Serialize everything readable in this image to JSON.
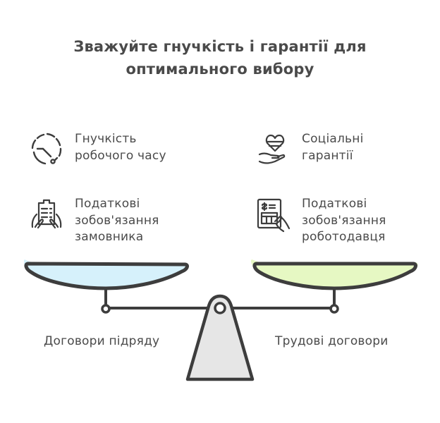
{
  "title": {
    "line1": "Зважуйте гнучкість і гарантії для",
    "line2": "оптимального вибору"
  },
  "left": {
    "label": "Договори підряду",
    "pan_color": "#d6f1fb",
    "items": [
      {
        "icon": "clock-dashed-icon",
        "line1": "Гнучкість",
        "line2": "робочого часу"
      },
      {
        "icon": "document-in-hands-icon",
        "line1": "Податкові",
        "line2": "зобов'язання",
        "line3": "замовника"
      }
    ]
  },
  "right": {
    "label": "Трудові договори",
    "pan_color": "#e6f8c3",
    "items": [
      {
        "icon": "heart-in-hand-icon",
        "line1": "Соціальні",
        "line2": "гарантії"
      },
      {
        "icon": "calculator-in-hand-icon",
        "line1": "Податкові",
        "line2": "зобов'язання",
        "line3": "роботодавця"
      }
    ]
  },
  "colors": {
    "stroke": "#3d3d3d",
    "text": "#4a4a4a",
    "stand_fill": "#e6e6e6"
  }
}
